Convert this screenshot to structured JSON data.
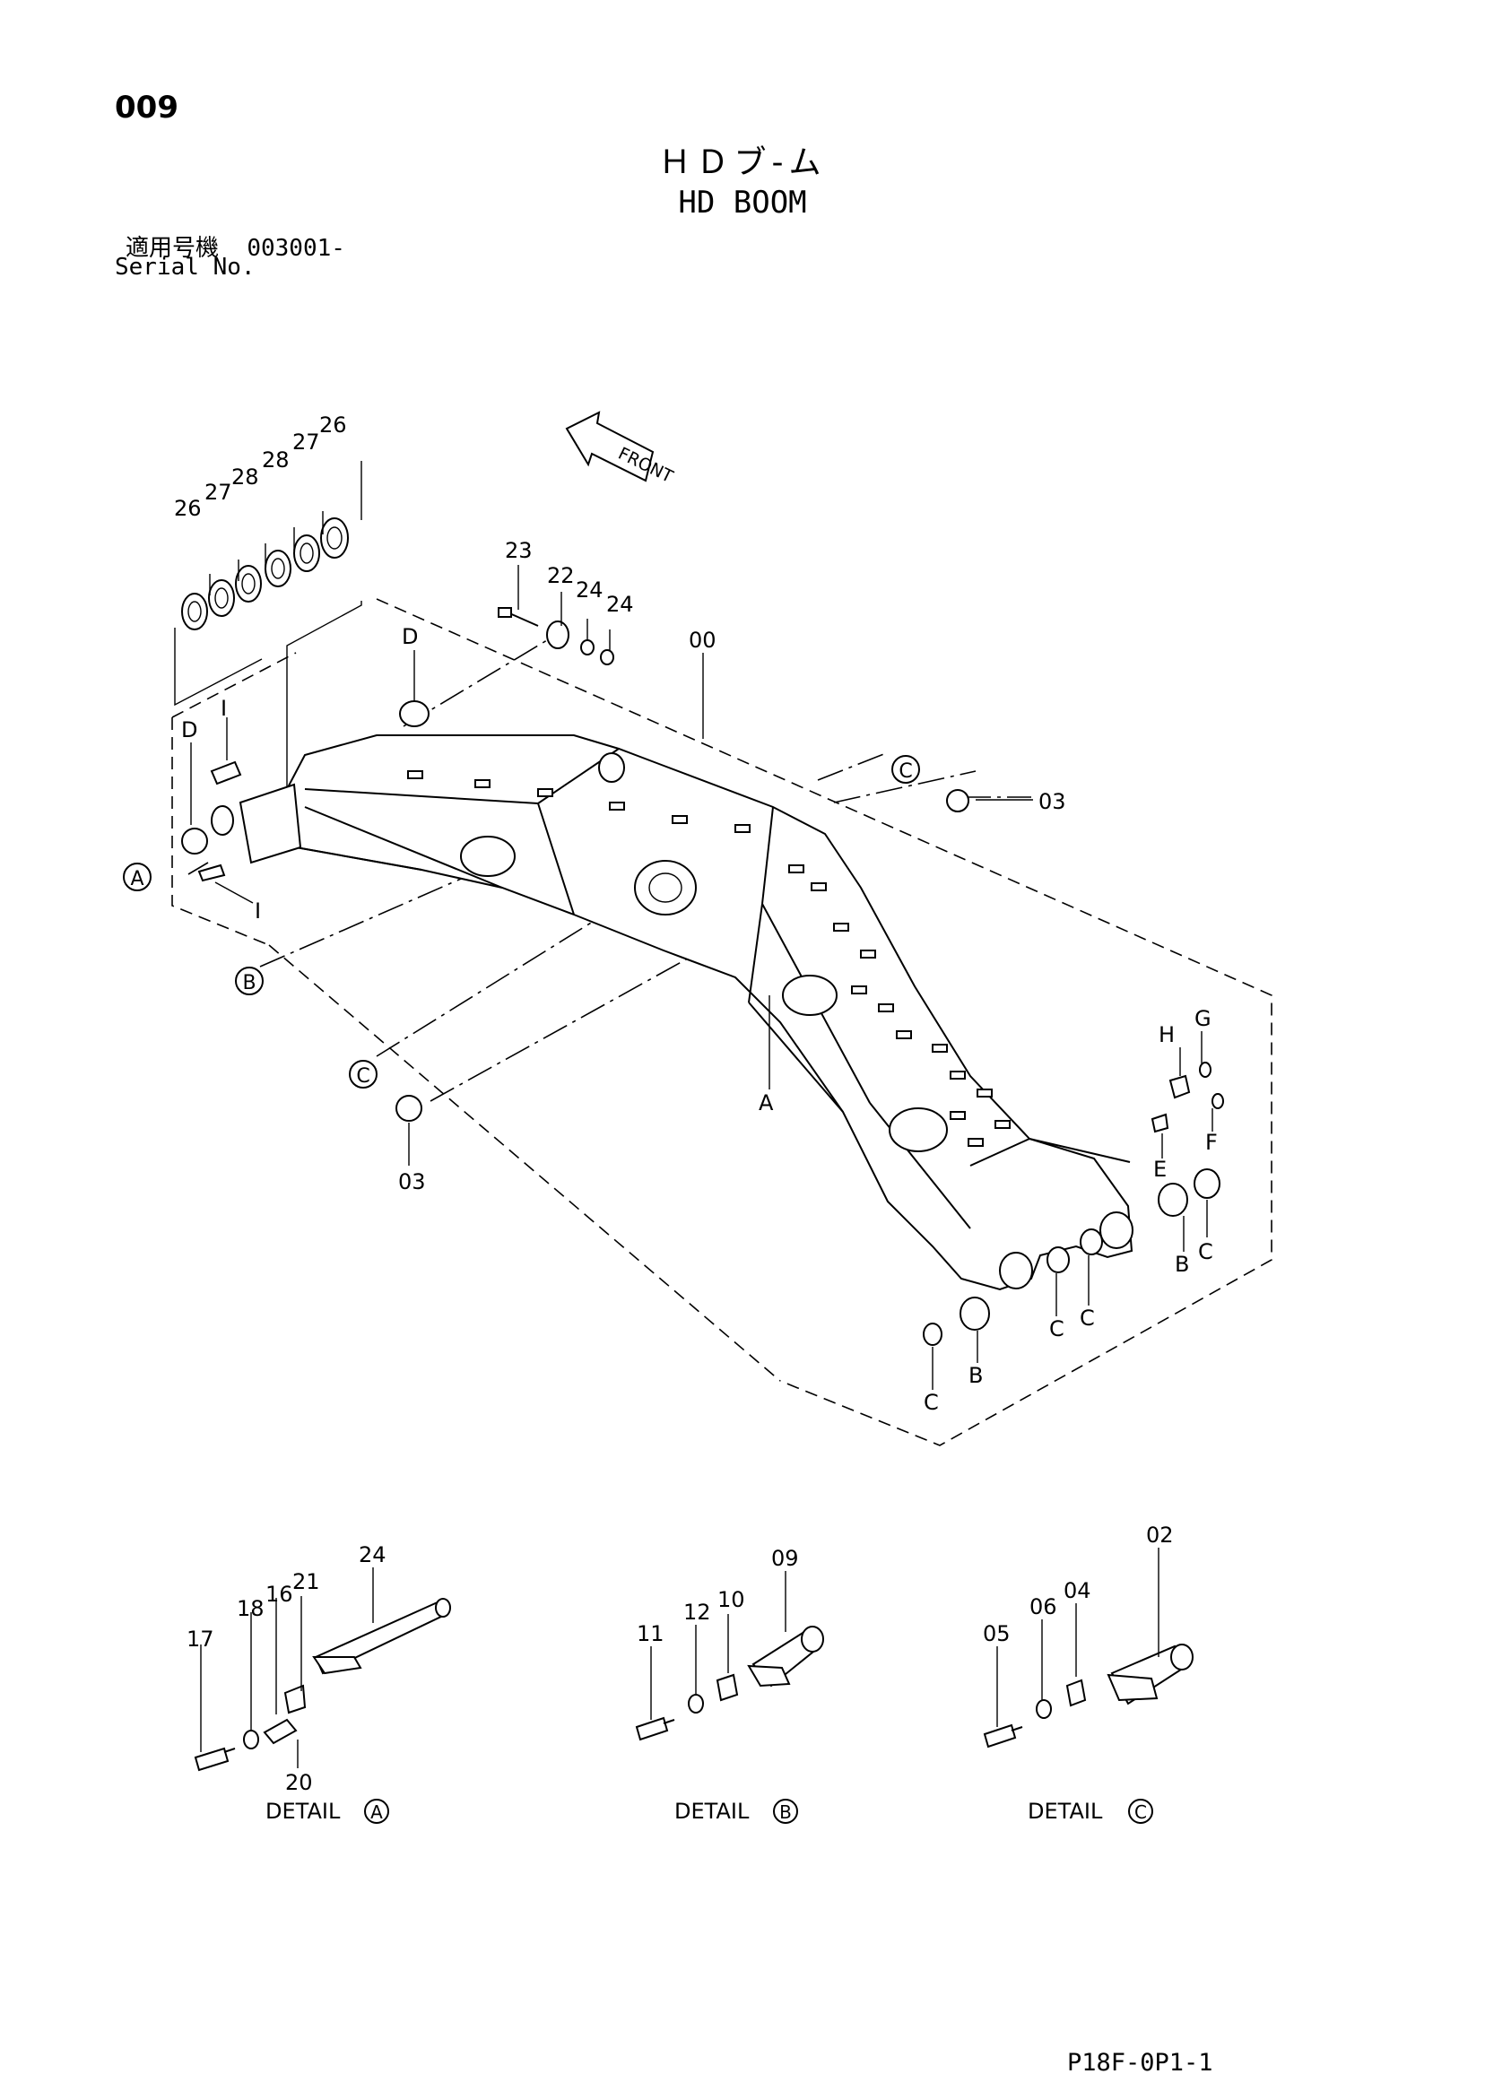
{
  "header": {
    "page_number": "009",
    "title_jp": "ＨＤブ-ム",
    "title_en": "HD BOOM",
    "serial_label_jp": "適用号機",
    "serial_value": "003001-",
    "serial_label_en": "Serial No."
  },
  "front_label": "FRONT",
  "callouts": {
    "c26a": "26",
    "c27a": "27",
    "c28a": "28",
    "c28b": "28",
    "c27b": "27",
    "c26b": "26",
    "c23": "23",
    "c22": "22",
    "c24a": "24",
    "c24b": "24",
    "c00": "00",
    "c03_top": "03",
    "c03_bottom": "03",
    "cD_top": "D",
    "cD_left": "D",
    "cI_top": "I",
    "cI_bottom": "I",
    "cA_circle": "A",
    "cB_circle": "B",
    "cC_circle_top": "C",
    "cC_circle_left": "C",
    "cA_boom": "A",
    "cG": "G",
    "cH": "H",
    "cF": "F",
    "cE": "E",
    "cB_right": "B",
    "cC_right": "C",
    "cC_mid1": "C",
    "cC_mid2": "C",
    "cC_lower": "C",
    "cB_lower": "B"
  },
  "details": {
    "a": {
      "label": "DETAIL",
      "ref": "A",
      "parts": {
        "p24": "24",
        "p21": "21",
        "p16": "16",
        "p18": "18",
        "p17": "17",
        "p20": "20"
      }
    },
    "b": {
      "label": "DETAIL",
      "ref": "B",
      "parts": {
        "p09": "09",
        "p10": "10",
        "p12": "12",
        "p11": "11"
      }
    },
    "c": {
      "label": "DETAIL",
      "ref": "C",
      "parts": {
        "p02": "02",
        "p04": "04",
        "p06": "06",
        "p05": "05"
      }
    }
  },
  "footer": {
    "drawing_code": "P18F-0P1-1"
  }
}
